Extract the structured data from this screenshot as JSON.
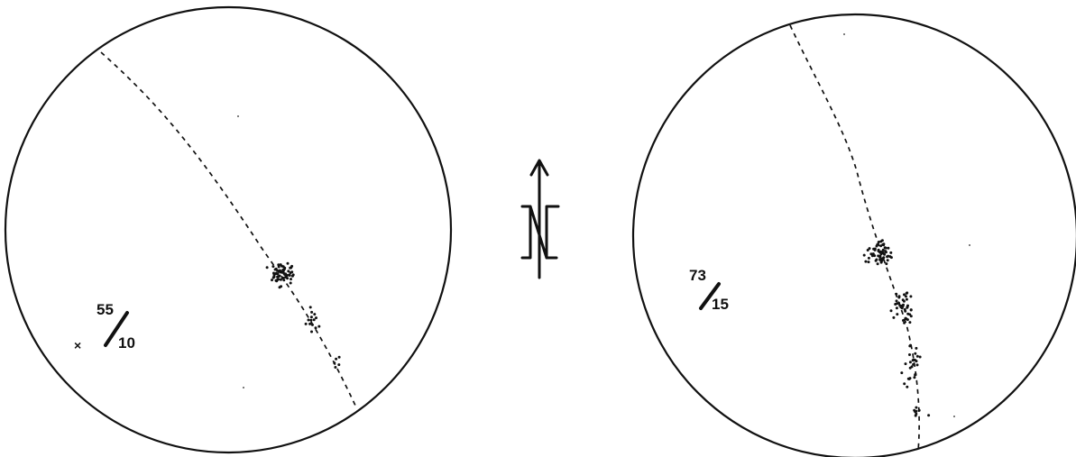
{
  "left_net": {
    "label_top": "55",
    "label_bottom": "10",
    "marker": "×"
  },
  "right_net": {
    "label_top": "73",
    "label_bottom": "15"
  },
  "north_symbol": "north-arrow-icon",
  "colors": {
    "ink": "#111111",
    "paper": "#ffffff"
  }
}
